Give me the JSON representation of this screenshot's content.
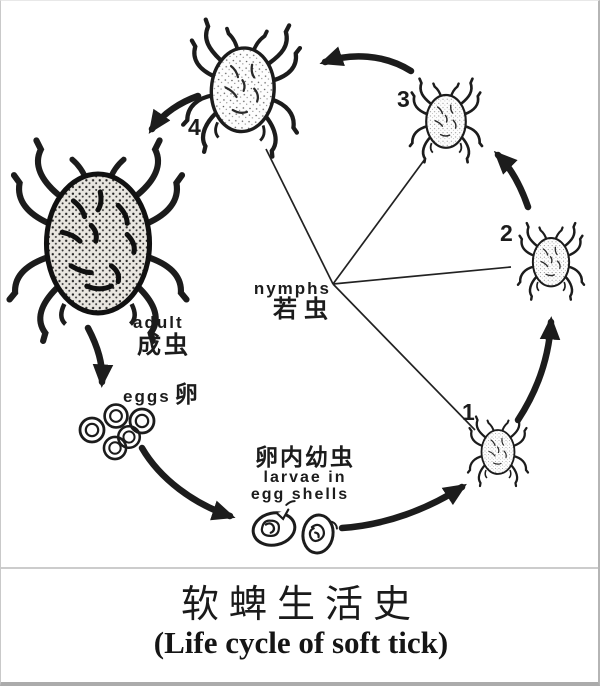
{
  "colors": {
    "ink": "#1c1c1c",
    "background": "#ffffff",
    "frame": "#c9c9c9"
  },
  "diagram": {
    "nymphs_label": {
      "en": "nymphs",
      "cn": "若虫"
    },
    "adult_label": {
      "en": "adult",
      "cn": "成虫"
    },
    "eggs_label": {
      "en": "eggs",
      "cn": "卵"
    },
    "larvae_label": {
      "cn": "卵内幼虫",
      "en_line1": "larvae in",
      "en_line2": "egg shells"
    },
    "stage_numbers": {
      "s1": "1",
      "s2": "2",
      "s3": "3",
      "s4": "4"
    }
  },
  "caption": {
    "title_cn": "软蜱生活史",
    "title_en": "(Life cycle of soft tick)"
  }
}
